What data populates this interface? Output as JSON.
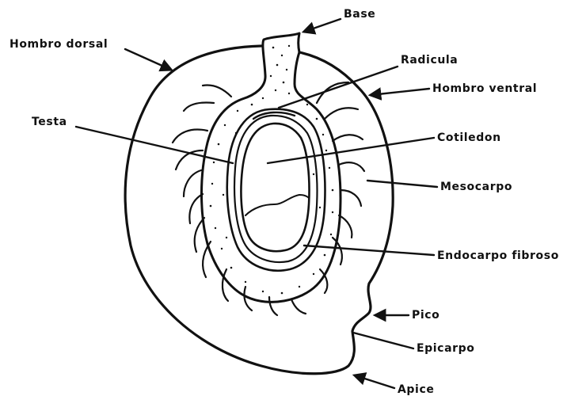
{
  "diagram": {
    "labels": {
      "base": "Base",
      "hombro_dorsal": "Hombro dorsal",
      "radicula": "Radicula",
      "hombro_ventral": "Hombro ventral",
      "testa": "Testa",
      "cotiledon": "Cotiledon",
      "mesocarpo": "Mesocarpo",
      "endocarpo_fibroso": "Endocarpo fibroso",
      "pico": "Pico",
      "epicarpo": "Epicarpo",
      "apice": "Apice"
    },
    "colors": {
      "ink": "#111111",
      "paper": "#ffffff"
    }
  }
}
